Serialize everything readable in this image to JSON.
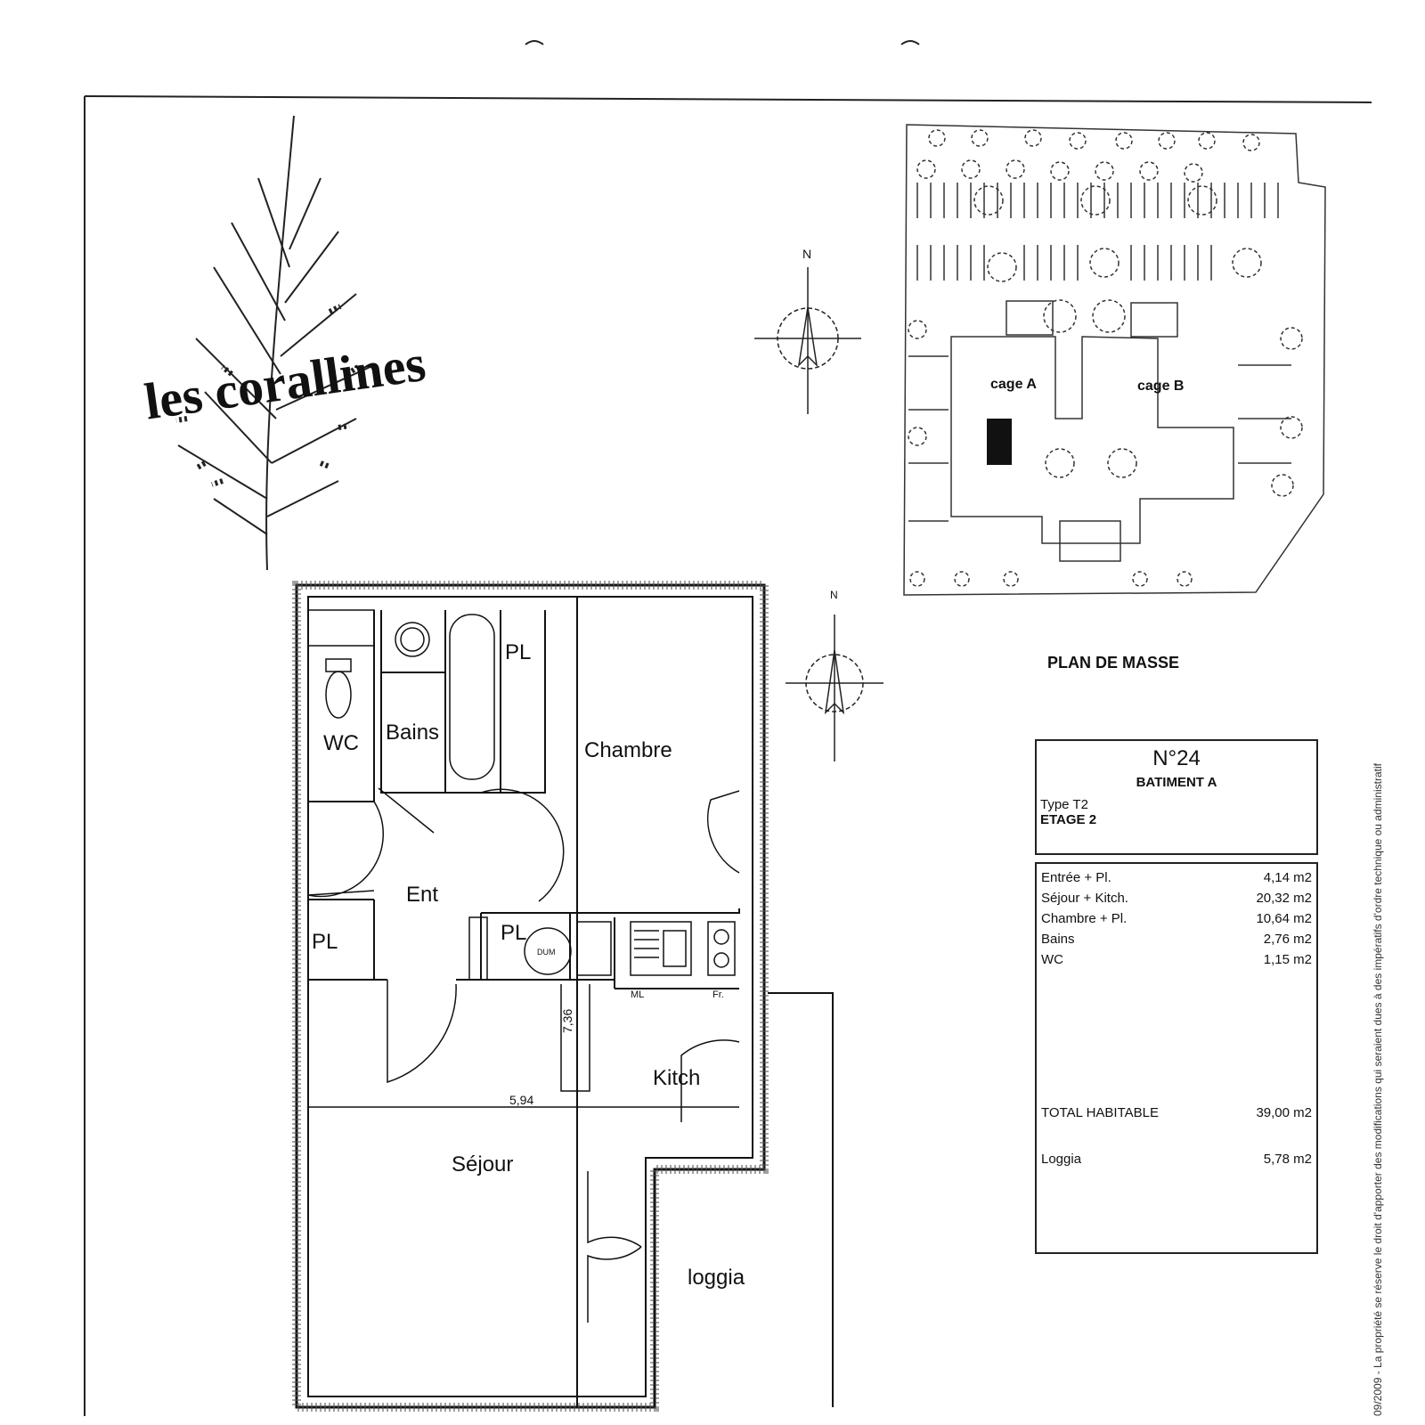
{
  "logo": {
    "text": "les corallines"
  },
  "site_plan": {
    "title": "PLAN DE MASSE",
    "cage_a": "cage A",
    "cage_b": "cage B"
  },
  "compass": {
    "north": "N"
  },
  "plan": {
    "rooms": {
      "wc": "WC",
      "bains": "Bains",
      "pl_bath": "PL",
      "chambre": "Chambre",
      "ent": "Ent",
      "pl_entry": "PL",
      "pl_kitchen": "PL",
      "dum": "DUM",
      "kitch": "Kitch",
      "sejour": "Séjour",
      "loggia": "loggia",
      "ml": "ML",
      "fr": "Fr."
    },
    "dim_width": "5,94",
    "dim_height": "7,36"
  },
  "info": {
    "number": "N°24",
    "building": "BATIMENT A",
    "type": "Type T2",
    "floor": "ETAGE 2",
    "areas": [
      {
        "label": "Entrée + Pl.",
        "value": "4,14 m2"
      },
      {
        "label": "Séjour + Kitch.",
        "value": "20,32 m2"
      },
      {
        "label": "Chambre + Pl.",
        "value": "10,64 m2"
      },
      {
        "label": "Bains",
        "value": "2,76 m2"
      },
      {
        "label": "WC",
        "value": "1,15 m2"
      }
    ],
    "total_label": "TOTAL HABITABLE",
    "total_value": "39,00 m2",
    "loggia_label": "Loggia",
    "loggia_value": "5,78 m2"
  },
  "disclaimer": "09/2009 - La propriété se réserve le droit d'apporter des modifications qui seraient dues à des impératifs d'ordre technique ou administratif"
}
